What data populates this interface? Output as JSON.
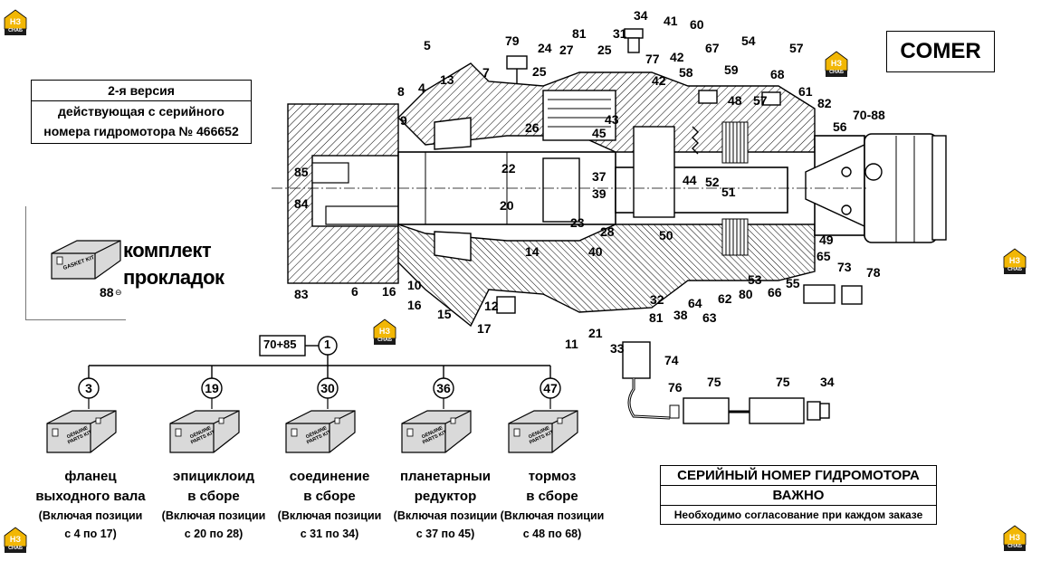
{
  "brand": "COMER",
  "version_box": {
    "line1": "2-я версия",
    "line2": "действующая с серийного",
    "line3": "номера гидромотора № 466652"
  },
  "gasket_kit": {
    "label_line1": "комплект",
    "label_line2": "прокладок",
    "box_text": "GASKET KIT",
    "ref": "88"
  },
  "assembly": {
    "root_label": "70+85",
    "root_ref": "1"
  },
  "kits": [
    {
      "ref": "3",
      "title1": "фланец",
      "title2": "выходного вала",
      "range1": "(Включая позиции",
      "range2": "с 4 по 17)"
    },
    {
      "ref": "19",
      "title1": "эпициклоид",
      "title2": "в сборе",
      "range1": "(Включая позиции",
      "range2": "с 20 по 28)"
    },
    {
      "ref": "30",
      "title1": "соединение",
      "title2": "в сборе",
      "range1": "(Включая позиции",
      "range2": "с 31 по 34)"
    },
    {
      "ref": "36",
      "title1": "планетарныи",
      "title2": "редуктор",
      "range1": "(Включая позиции",
      "range2": "с 37 по 45)"
    },
    {
      "ref": "47",
      "title1": "тормоз",
      "title2": "в сборе",
      "range1": "(Включая позиции",
      "range2": "с 48 по 68)"
    }
  ],
  "kit_box_text": "GENUINE PARTS KIT",
  "serial_box": {
    "line1": "СЕРИЙНЫЙ НОМЕР ГИДРОМОТОРА",
    "line2": "ВАЖНО",
    "line3": "Необходимо согласование при каждом заказе"
  },
  "logo": {
    "text_top": "НЗ",
    "text_bottom": "СНАБ",
    "color": "#f2b705"
  },
  "callouts": [
    "34",
    "79",
    "24",
    "27",
    "81",
    "25",
    "31",
    "41",
    "60",
    "67",
    "54",
    "57",
    "77",
    "42",
    "42",
    "58",
    "59",
    "68",
    "61",
    "82",
    "5",
    "13",
    "7",
    "25",
    "26",
    "43",
    "45",
    "48",
    "57",
    "70-88",
    "56",
    "8",
    "4",
    "9",
    "85",
    "22",
    "37",
    "39",
    "44",
    "52",
    "51",
    "84",
    "20",
    "23",
    "28",
    "40",
    "50",
    "14",
    "83",
    "6",
    "16",
    "10",
    "16",
    "15",
    "12",
    "17",
    "11",
    "21",
    "33",
    "32",
    "38",
    "64",
    "63",
    "62",
    "80",
    "53",
    "66",
    "55",
    "49",
    "65",
    "73",
    "78",
    "81",
    "74",
    "76",
    "75",
    "75",
    "34"
  ]
}
